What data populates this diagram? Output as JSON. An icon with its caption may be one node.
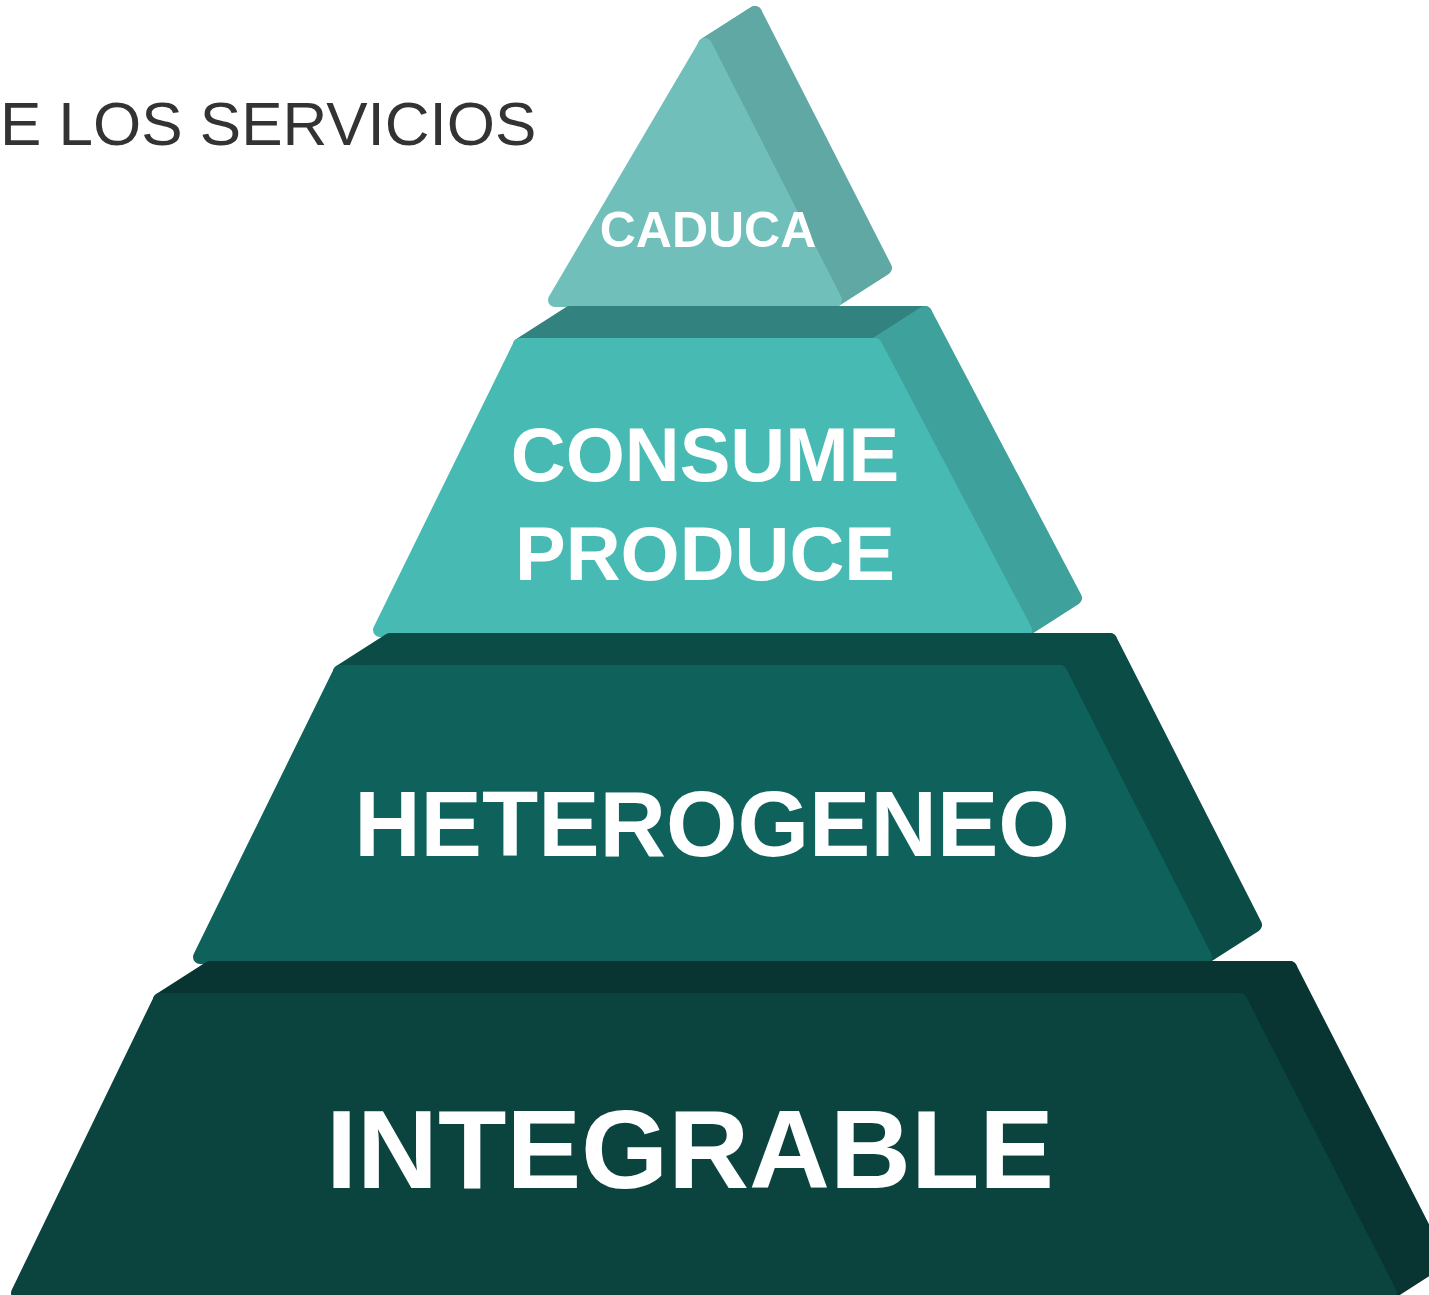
{
  "diagram": {
    "title": "E LOS SERVICIOS",
    "nodes": [
      {
        "text": [
          "CADUCA"
        ]
      },
      {
        "text": [
          "CONSUME PRODUCE"
        ]
      },
      {
        "text": [
          "HETEROGENEO"
        ]
      },
      {
        "text": [
          "INTEGRABLE"
        ]
      }
    ]
  }
}
